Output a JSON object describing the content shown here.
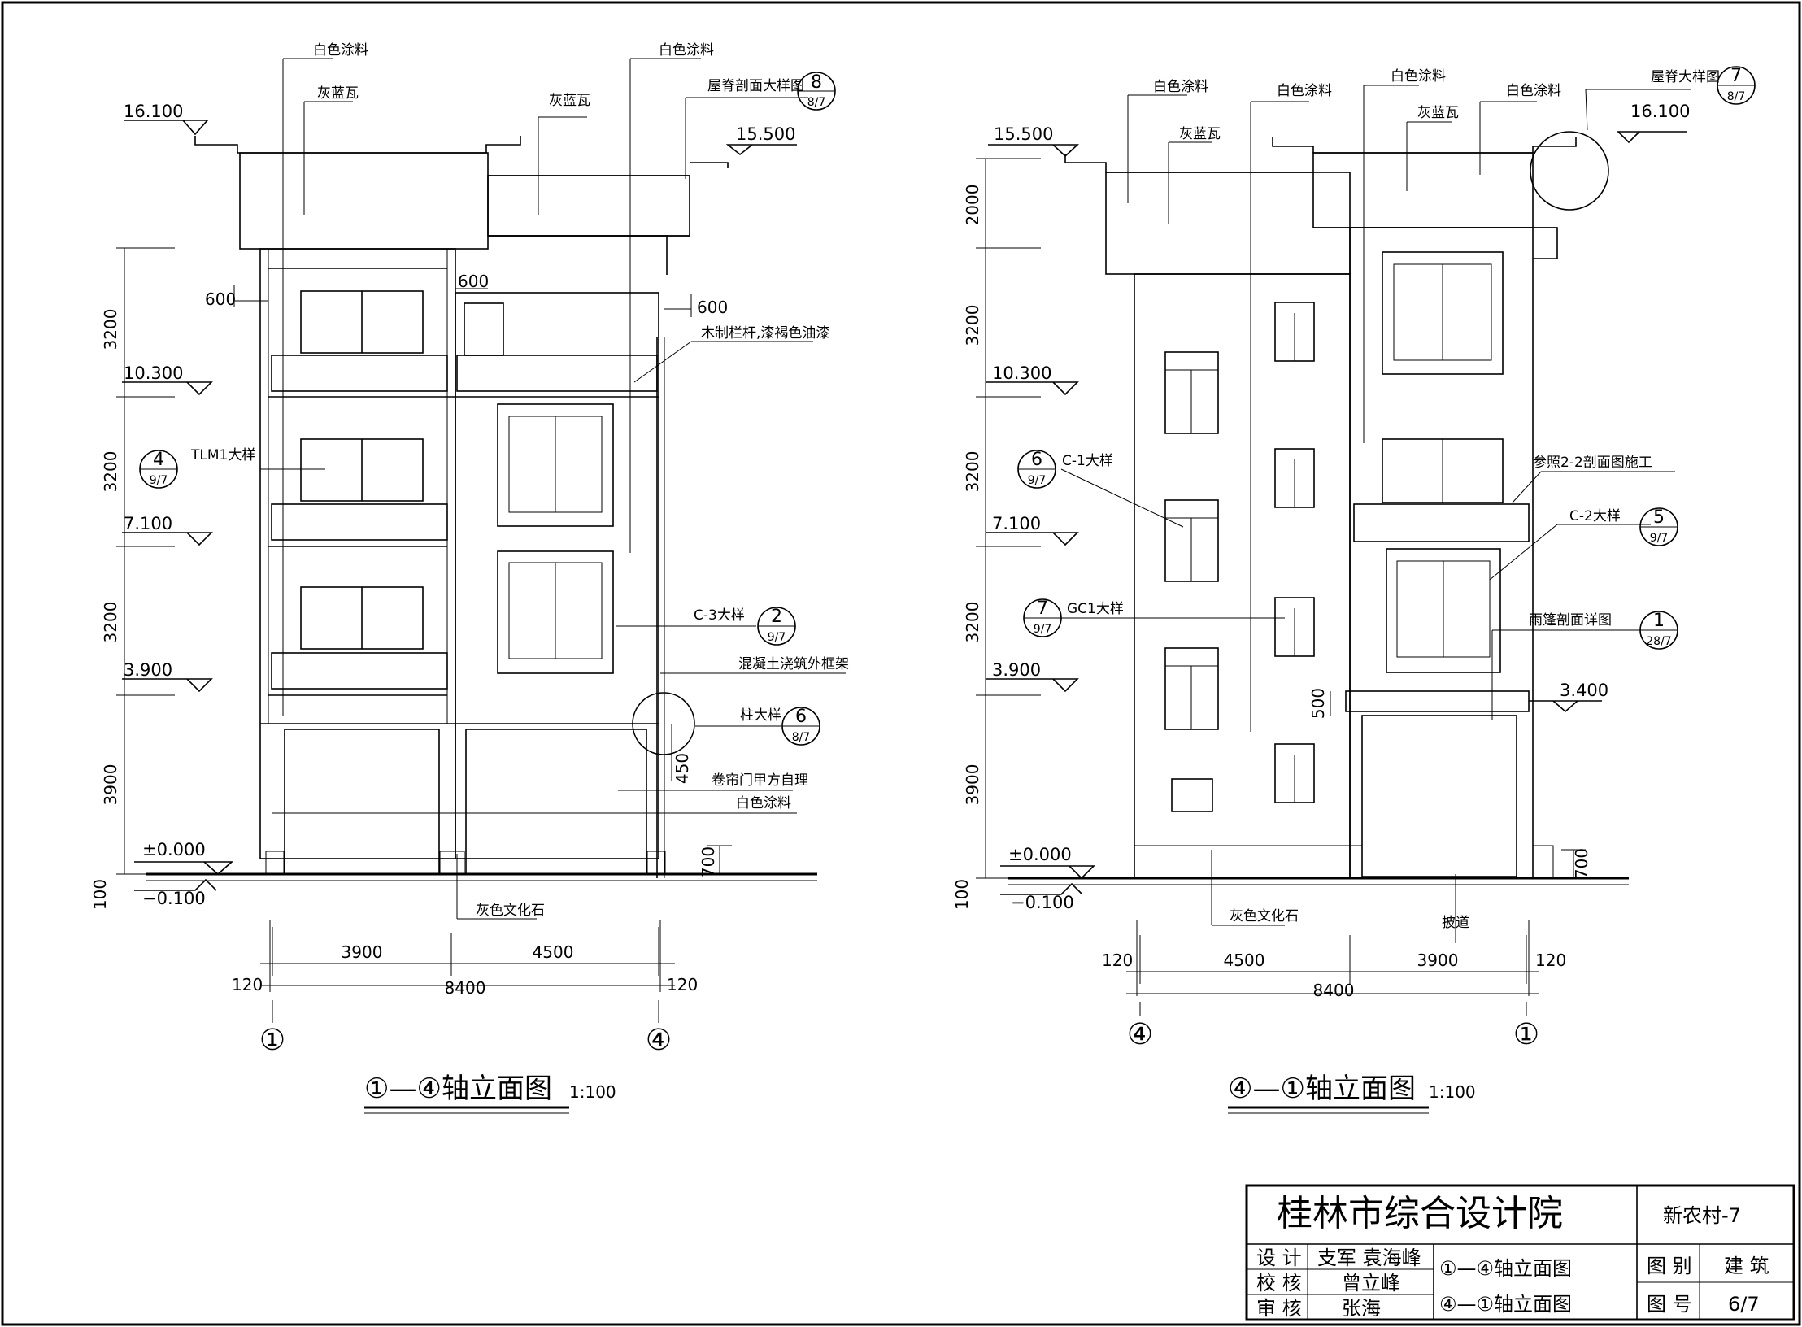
{
  "left_view": {
    "title": "①—④轴立面图",
    "scale": "1:100",
    "elevations": [
      "16.100",
      "15.500",
      "10.300",
      "7.100",
      "3.900",
      "±0.000",
      "−0.100"
    ],
    "heights": [
      "3200",
      "3200",
      "3200",
      "3900",
      "100"
    ],
    "small_dims": [
      "600",
      "600",
      "600",
      "450",
      "700"
    ],
    "spans": [
      "3900",
      "4500"
    ],
    "total": "8400",
    "side": [
      "120",
      "120"
    ],
    "axes": [
      "①",
      "④"
    ],
    "labels": {
      "paint1": "白色涂料",
      "paint2": "白色涂料",
      "tile1": "灰蓝瓦",
      "tile2": "灰蓝瓦",
      "ridge": "屋脊剖面大样图",
      "railing": "木制栏杆,漆褐色油漆",
      "tlm": "TLM1大样",
      "c3": "C-3大样",
      "frame": "混凝土浇筑外框架",
      "column": "柱大样",
      "shutter": "卷帘门甲方自理",
      "paint3": "白色涂料",
      "stone": "灰色文化石"
    },
    "refs": {
      "r8": {
        "n": "8",
        "d": "8/7"
      },
      "r4": {
        "n": "4",
        "d": "9/7"
      },
      "r2": {
        "n": "2",
        "d": "9/7"
      },
      "r6": {
        "n": "6",
        "d": "8/7"
      }
    }
  },
  "right_view": {
    "title": "④—①轴立面图",
    "scale": "1:100",
    "elevations": [
      "15.500",
      "16.100",
      "10.300",
      "7.100",
      "3.900",
      "3.400",
      "±0.000",
      "−0.100"
    ],
    "heights": [
      "2000",
      "3200",
      "3200",
      "3200",
      "3900",
      "100"
    ],
    "small_dims": [
      "500",
      "700"
    ],
    "spans": [
      "4500",
      "3900"
    ],
    "total": "8400",
    "side": [
      "120",
      "120"
    ],
    "axes": [
      "④",
      "①"
    ],
    "labels": {
      "paint1": "白色涂料",
      "paint2": "白色涂料",
      "paint3": "白色涂料",
      "paint4": "白色涂料",
      "tile1": "灰蓝瓦",
      "tile2": "灰蓝瓦",
      "ridge": "屋脊大样图",
      "c1": "C-1大样",
      "gc1": "GC1大样",
      "section": "参照2-2剖面图施工",
      "c2": "C-2大样",
      "canopy": "雨篷剖面详图",
      "stone": "灰色文化石",
      "ramp": "披道"
    },
    "refs": {
      "r7": {
        "n": "7",
        "d": "8/7"
      },
      "r6": {
        "n": "6",
        "d": "9/7"
      },
      "r7b": {
        "n": "7",
        "d": "9/7"
      },
      "r5": {
        "n": "5",
        "d": "9/7"
      },
      "r1": {
        "n": "1",
        "d": "28/7"
      }
    }
  },
  "title_block": {
    "company": "桂林市综合设计院",
    "project": "新农村-7",
    "rows": [
      {
        "role": "设  计",
        "names": "支军 袁海峰"
      },
      {
        "role": "校  核",
        "names": "曾立峰"
      },
      {
        "role": "审  核",
        "names": "张海"
      }
    ],
    "drawing1": "①—④轴立面图",
    "drawing2": "④—①轴立面图",
    "cat_label": "图  别",
    "cat_value": "建  筑",
    "num_label": "图  号",
    "num_value": "6/7"
  }
}
